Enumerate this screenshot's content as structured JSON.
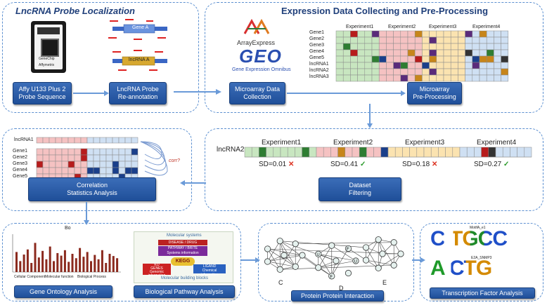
{
  "panels": {
    "probe_localization": {
      "title": "LncRNA  Probe Localization",
      "chip_text": [
        "AFFYMETRIX",
        "GeneChip",
        "Affymetrix"
      ],
      "gene_a": "Gene A",
      "lncrna_a": "lncRNA A",
      "step1": "Affy U133 Plus 2\nProbe Sequence",
      "step2": "LncRNA Probe\nRe-annotation"
    },
    "expression": {
      "title": "Expression Data Collecting and Pre-Processing",
      "arrayexpress": "ArrayExpress",
      "geo": "GEO",
      "geo_sub": "Gene Expression Omnibus",
      "experiments": [
        "Experiment1",
        "Experiment2",
        "Experiment3",
        "Experiment4"
      ],
      "rows": [
        "Gene1",
        "Gene2",
        "Gene3",
        "Gene4",
        "Gene5",
        "lncRNA1",
        "lncRNA2",
        "lncRNA3"
      ],
      "step1": "Microarray Data\nCollection",
      "step2": "Microarray\nPre-Processing",
      "colors": [
        "#c8e6c0",
        "#f5c2c2",
        "#fbe3b0",
        "#cfe0f3"
      ]
    },
    "filtering": {
      "row_label": "lncRNA2",
      "experiments": [
        "Experiment1",
        "Experiment2",
        "Experiment3",
        "Experiment4"
      ],
      "sd": [
        "SD=0.01",
        "SD=0.41",
        "SD=0.18",
        "SD=0.27"
      ],
      "sd_pass": [
        false,
        true,
        false,
        true
      ],
      "cross": "✕",
      "check": "✓",
      "button": "Dataset\nFiltering"
    },
    "correlation": {
      "lnc_label": "lncRNA1",
      "genes": [
        "Gene1",
        "Gene2",
        "Gene3",
        "Gene4",
        "Gene5"
      ],
      "corr_label": "corr?",
      "button": "Correlation\nStatistics Analysis"
    },
    "gene_ontology": {
      "chart_title": "Bo",
      "xlabels": [
        "Cellular Component",
        "Molecular function",
        "Biological Process"
      ],
      "button": "Gene Ontology Analysis",
      "values": [
        0.55,
        0.3,
        0.48,
        0.62,
        0.25,
        0.8,
        0.4,
        0.58,
        0.35,
        0.7,
        0.3,
        0.52,
        0.45,
        0.6,
        0.28,
        0.5,
        0.38,
        0.66,
        0.42,
        0.55,
        0.3,
        0.47,
        0.35,
        0.6,
        0.25,
        0.5,
        0.44,
        0.38
      ]
    },
    "pathway": {
      "top_label": "Molecular systems",
      "disease": "DISEASE / DRUG",
      "pathway": "PATHWAY / BRITE",
      "pathway_sub": "Systems information",
      "kegg": "KEGG",
      "ko": "KO",
      "genes": "GENES",
      "genes_sub": "Genomic information",
      "ligand": "LIGAND",
      "ligand_sub": "Chemical information",
      "bottom_label": "Molecular building blocks",
      "button": "Biological Pathway Analysis"
    },
    "ppi": {
      "labels": [
        "C",
        "D",
        "E"
      ],
      "node_letter": "U",
      "node_letter2": "F",
      "button": "Protein Protein Interaction"
    },
    "tf": {
      "motif1_title": "MotifA_e1",
      "motif1": "C TGCC",
      "motif2_title": "E2A_SNMP3",
      "motif2": "A CTG",
      "button": "Transcription Factor Analysis"
    }
  }
}
